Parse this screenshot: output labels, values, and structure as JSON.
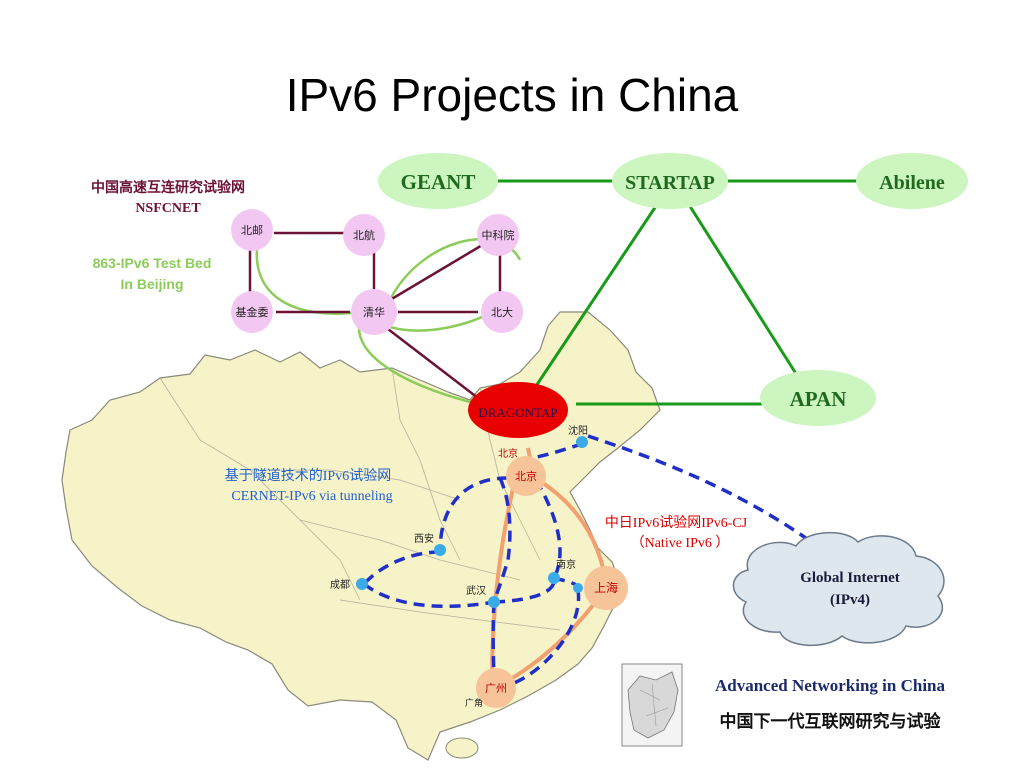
{
  "slide": {
    "title": "IPv6 Projects in China"
  },
  "nsfcnet": {
    "label_cn": "中国高速互连研究试验网",
    "label_en": "NSFCNET",
    "testbed_line1": "863-IPv6 Test Bed",
    "testbed_line2": "In Beijing",
    "nodes": {
      "beiyou": "北邮",
      "beihang": "北航",
      "zhongkeyuan": "中科院",
      "jijinwei": "基金委",
      "qinghua": "清华",
      "beida": "北大"
    }
  },
  "international": {
    "geant": "GEANT",
    "startap": "STARTAP",
    "abilene": "Abilene",
    "apan": "APAN",
    "dragontap": "DRAGONTAP"
  },
  "cernet": {
    "label_cn": "基于隧道技术的IPv6试验网",
    "label_en": "CERNET-IPv6 via tunneling"
  },
  "cities": {
    "beijing_small": "北京",
    "shenyang": "沈阳",
    "beijing": "北京",
    "xian": "西安",
    "chengdu": "成都",
    "wuhan": "武汉",
    "nanjing": "南京",
    "shanghai": "上海",
    "guangzhou": "广州",
    "guangjiao": "广角"
  },
  "cj": {
    "label_cn": "中日IPv6试验网IPv6-CJ",
    "label_en": "（Native IPv6 ）"
  },
  "global": {
    "line1": "Global Internet",
    "line2": "(IPv4)"
  },
  "logo": {
    "line_en": "Advanced Networking in China",
    "line_cn": "中国下一代互联网研究与试验"
  },
  "colors": {
    "map_fill": "#f7f3c8",
    "green_link": "#1a9a1a",
    "ellipse_fill": "#ccf5c0",
    "purple_link": "#6b1236",
    "node_fill": "#f2c8f2",
    "dragontap": "#e80000",
    "cernet_blue": "#1f2fc8",
    "cj_orange": "#f2a070",
    "cloud_fill": "#dfe7ee"
  }
}
